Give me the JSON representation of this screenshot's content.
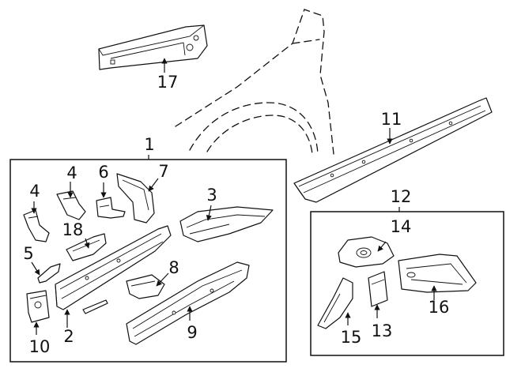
{
  "callouts": {
    "c1": "1",
    "c2": "2",
    "c3": "3",
    "c4a": "4",
    "c4b": "4",
    "c5": "5",
    "c6": "6",
    "c7": "7",
    "c8": "8",
    "c9": "9",
    "c10": "10",
    "c11": "11",
    "c12": "12",
    "c13": "13",
    "c14": "14",
    "c15": "15",
    "c16": "16",
    "c17": "17",
    "c18": "18"
  },
  "icons": {
    "arrowhead": "arrowhead-icon"
  }
}
